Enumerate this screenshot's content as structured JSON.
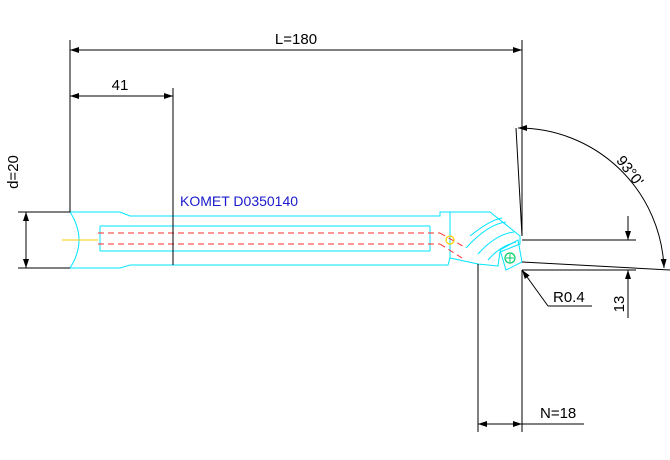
{
  "drawing": {
    "colors": {
      "background": "#ffffff",
      "tool_outline": "#00e5ff",
      "coolant_channel": "#ff2b2b",
      "dimension": "#000000",
      "label": "#1a1acc",
      "insert_screw": "#ffcc00"
    },
    "tool_label": "KOMET D0350140",
    "dimensions": {
      "overall_length": "L=180",
      "clamp_length": "41",
      "shank_diameter": "d=20",
      "approach_angle": "93°0'",
      "corner_radius": "R0.4",
      "height_offset": "13",
      "min_bore": "N=18"
    }
  }
}
